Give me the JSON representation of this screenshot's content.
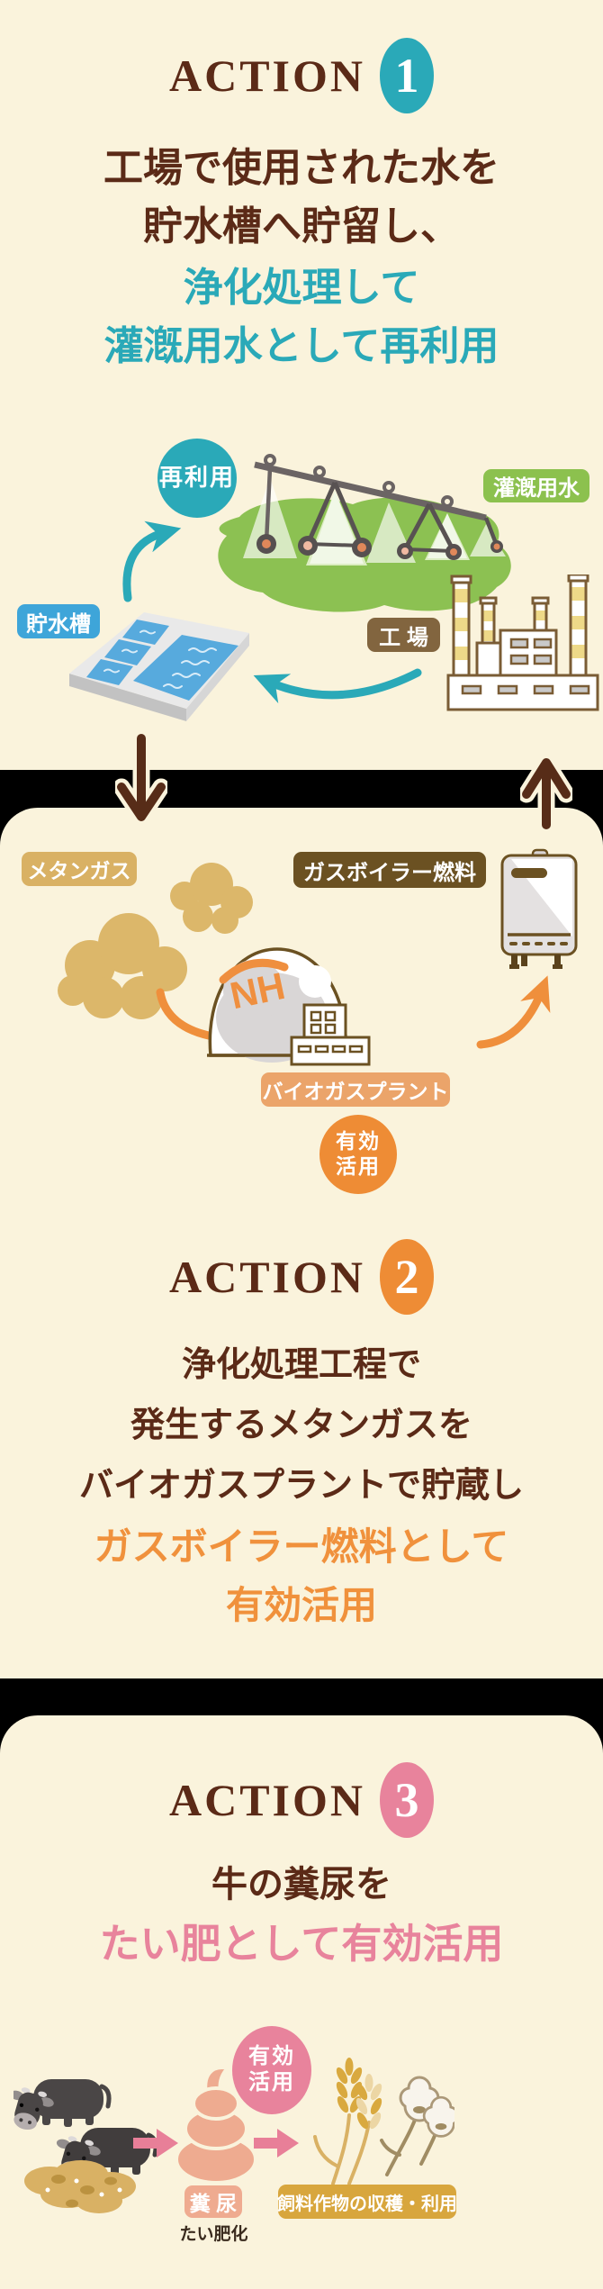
{
  "colors": {
    "background_cream": "#faf3dc",
    "band_black": "#000000",
    "brown_text": "#5b2a17",
    "teal_accent": "#2aa9b8",
    "orange_accent": "#ee8c35",
    "orange_text": "#f0913c",
    "pink_accent": "#e8839c",
    "tank_label_blue": "#3ea5d9",
    "irrigation_label_green": "#8cc14e",
    "factory_label_brown": "#82653f",
    "methane_label_tan": "#d9b164",
    "boiler_label_olive": "#6b5122",
    "plant_label_orange": "#eba46a",
    "manure_label_salmon": "#efab90",
    "harvest_label_gold": "#d8a63d"
  },
  "sections": {
    "s1": {
      "action_word": "ACTION",
      "action_num": "1",
      "line1": "工場で使用された水を",
      "line2": "貯水槽へ貯留し、",
      "line3": "浄化処理して",
      "line4": "灌漑用水として再利用",
      "label_reuse": "再利用",
      "label_irrigation": "灌漑用水",
      "label_tank": "貯水槽",
      "label_factory": "工 場"
    },
    "s2": {
      "action_word": "ACTION",
      "action_num": "2",
      "label_methane": "メタンガス",
      "label_boiler_fuel": "ガスボイラー燃料",
      "label_biogas_plant": "バイオガスプラント",
      "plant_logo": "NH",
      "badge_line1": "有効",
      "badge_line2": "活用",
      "line1": "浄化処理工程で",
      "line2": "発生するメタンガスを",
      "line3": "バイオガスプラントで貯蔵し",
      "line4": "ガスボイラー燃料として",
      "line5": "有効活用"
    },
    "s3": {
      "action_word": "ACTION",
      "action_num": "3",
      "line1": "牛の糞尿を",
      "line2": "たい肥として有効活用",
      "badge_line1": "有効",
      "badge_line2": "活用",
      "label_manure": "糞 尿",
      "label_composting": "たい肥化",
      "label_harvest": "飼料作物の収穫・利用"
    }
  }
}
